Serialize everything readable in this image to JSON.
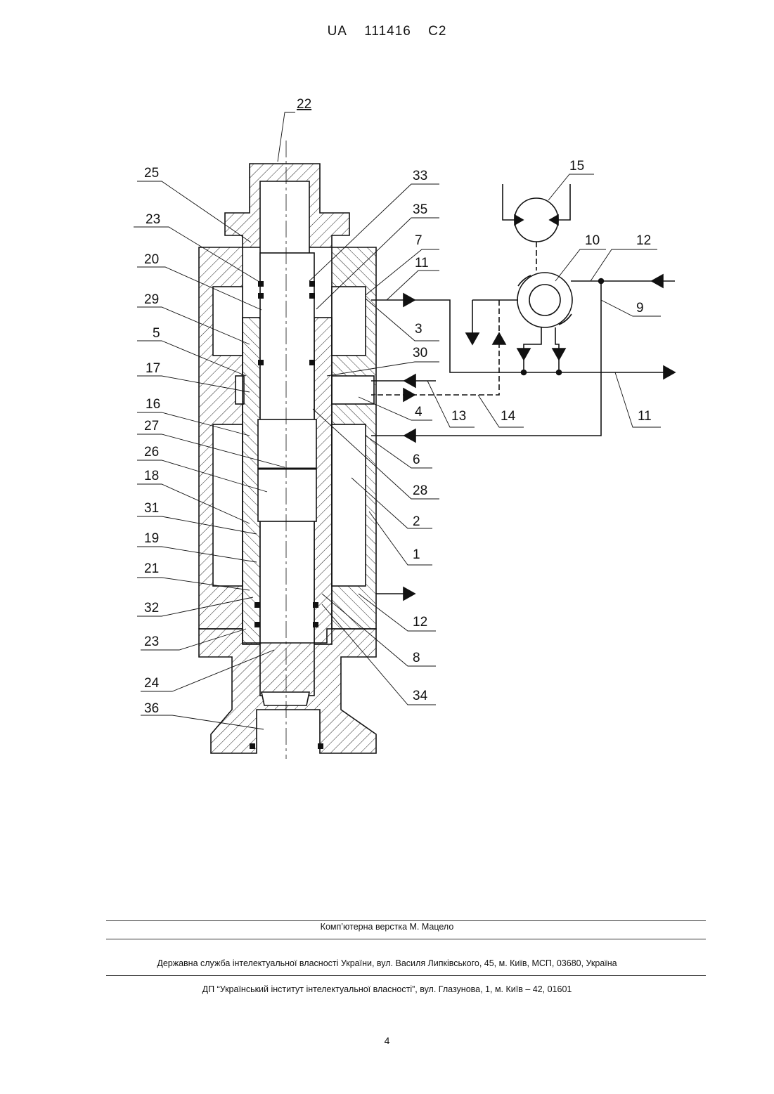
{
  "header": {
    "country": "UA",
    "number": "111416",
    "kind": "C2"
  },
  "drawing": {
    "labels": [
      "22",
      "25",
      "33",
      "23",
      "35",
      "7",
      "20",
      "11",
      "29",
      "3",
      "5",
      "30",
      "17",
      "4",
      "13",
      "14",
      "11",
      "16",
      "6",
      "27",
      "26",
      "28",
      "18",
      "2",
      "31",
      "19",
      "1",
      "21",
      "12",
      "32",
      "8",
      "23",
      "24",
      "34",
      "36",
      "15",
      "10",
      "12",
      "9"
    ]
  },
  "footer": {
    "layout_credit": "Комп’ютерна верстка М. Мацело",
    "agency": "Державна служба інтелектуальної власності України, вул. Василя Липківського, 45, м. Київ, МСП, 03680, Україна",
    "institute": "ДП “Український інститут інтелектуальної власності”, вул. Глазунова, 1, м. Київ – 42, 01601",
    "page_number": "4"
  },
  "colors": {
    "ink": "#111111",
    "rule": "#333333"
  }
}
